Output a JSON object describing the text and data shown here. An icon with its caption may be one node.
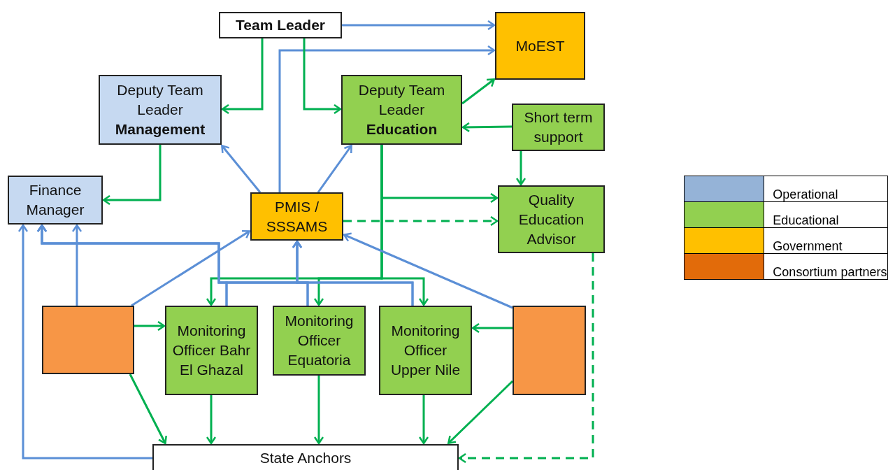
{
  "diagram": {
    "nodes": [
      {
        "text": [
          "Team Leader"
        ]
      },
      {
        "text": [
          "MoEST"
        ]
      },
      {
        "text": [
          "Deputy Team Leader",
          "Management"
        ]
      },
      {
        "text": [
          "Deputy Team Leader",
          "Education"
        ]
      },
      {
        "text": [
          "Short term support"
        ]
      },
      {
        "text": [
          "Finance Manager"
        ]
      },
      {
        "text": [
          "PMIS / SSSAMS"
        ]
      },
      {
        "text": [
          "Quality Education Advisor"
        ]
      },
      {
        "text": [],
        "shape": "box"
      },
      {
        "text": [
          "Monitoring Officer Bahr El Ghazal"
        ]
      },
      {
        "text": [
          "Monitoring Officer Equatoria"
        ]
      },
      {
        "text": [
          "Monitoring Officer Upper Nile"
        ]
      },
      {
        "text": [],
        "shape": "box"
      },
      {
        "text": [
          "State Anchors"
        ]
      }
    ],
    "edges": [
      {
        "from": 0,
        "to": 1,
        "arrow": "to",
        "color": "#5b8fd6"
      },
      {
        "from": 6,
        "to": 1,
        "arrow": "to",
        "color": "#5b8fd6"
      },
      {
        "from": 0,
        "to": 2,
        "arrow": "to"
      },
      {
        "from": 0,
        "to": 3,
        "arrow": "to"
      },
      {
        "from": 3,
        "to": 1,
        "arrow": "to"
      },
      {
        "from": 4,
        "to": 3,
        "arrow": "to"
      },
      {
        "from": 4,
        "to": 7,
        "arrow": "to"
      },
      {
        "from": 2,
        "to": 5,
        "arrow": "to"
      },
      {
        "from": 6,
        "to": 2,
        "arrow": "to",
        "color": "#5b8fd6"
      },
      {
        "from": 6,
        "to": 3,
        "arrow": "to",
        "color": "#5b8fd6"
      },
      {
        "from": 3,
        "to": 7,
        "arrow": "to"
      },
      {
        "from": 6,
        "to": 7,
        "arrow": "to",
        "style": "dashed"
      },
      {
        "from": 3,
        "to": 9,
        "arrow": "to"
      },
      {
        "from": 3,
        "to": 10,
        "arrow": "to"
      },
      {
        "from": 3,
        "to": 11,
        "arrow": "to"
      },
      {
        "from": 9,
        "to": 5,
        "arrow": "to",
        "color": "#5b8fd6"
      },
      {
        "from": 10,
        "to": 5,
        "arrow": "to",
        "color": "#5b8fd6"
      },
      {
        "from": 11,
        "to": 5,
        "arrow": "to",
        "color": "#5b8fd6"
      },
      {
        "from": 9,
        "to": 6,
        "arrow": "to",
        "color": "#5b8fd6"
      },
      {
        "from": 10,
        "to": 6,
        "arrow": "to",
        "color": "#5b8fd6"
      },
      {
        "from": 11,
        "to": 6,
        "arrow": "to",
        "color": "#5b8fd6"
      },
      {
        "from": 8,
        "to": 5,
        "arrow": "to",
        "color": "#5b8fd6"
      },
      {
        "from": 8,
        "to": 6,
        "arrow": "to",
        "color": "#5b8fd6"
      },
      {
        "from": 8,
        "to": 9,
        "arrow": "to"
      },
      {
        "from": 12,
        "to": 6,
        "arrow": "to",
        "color": "#5b8fd6"
      },
      {
        "from": 12,
        "to": 11,
        "arrow": "to"
      },
      {
        "from": 8,
        "to": 13,
        "arrow": "to"
      },
      {
        "from": 9,
        "to": 13,
        "arrow": "to"
      },
      {
        "from": 10,
        "to": 13,
        "arrow": "to"
      },
      {
        "from": 11,
        "to": 13,
        "arrow": "to"
      },
      {
        "from": 12,
        "to": 13,
        "arrow": "to"
      },
      {
        "from": 7,
        "to": 13,
        "arrow": "to",
        "style": "dashed"
      },
      {
        "from": 13,
        "to": 5,
        "arrow": "to",
        "color": "#5b8fd6"
      }
    ],
    "legend": [
      {
        "text": "Operational",
        "color": "#95b3d7"
      },
      {
        "text": "Educational",
        "color": "#92d050"
      },
      {
        "text": "Government",
        "color": "#ffc000"
      },
      {
        "text": "Consortium partners",
        "color": "#e26b0a"
      }
    ]
  }
}
